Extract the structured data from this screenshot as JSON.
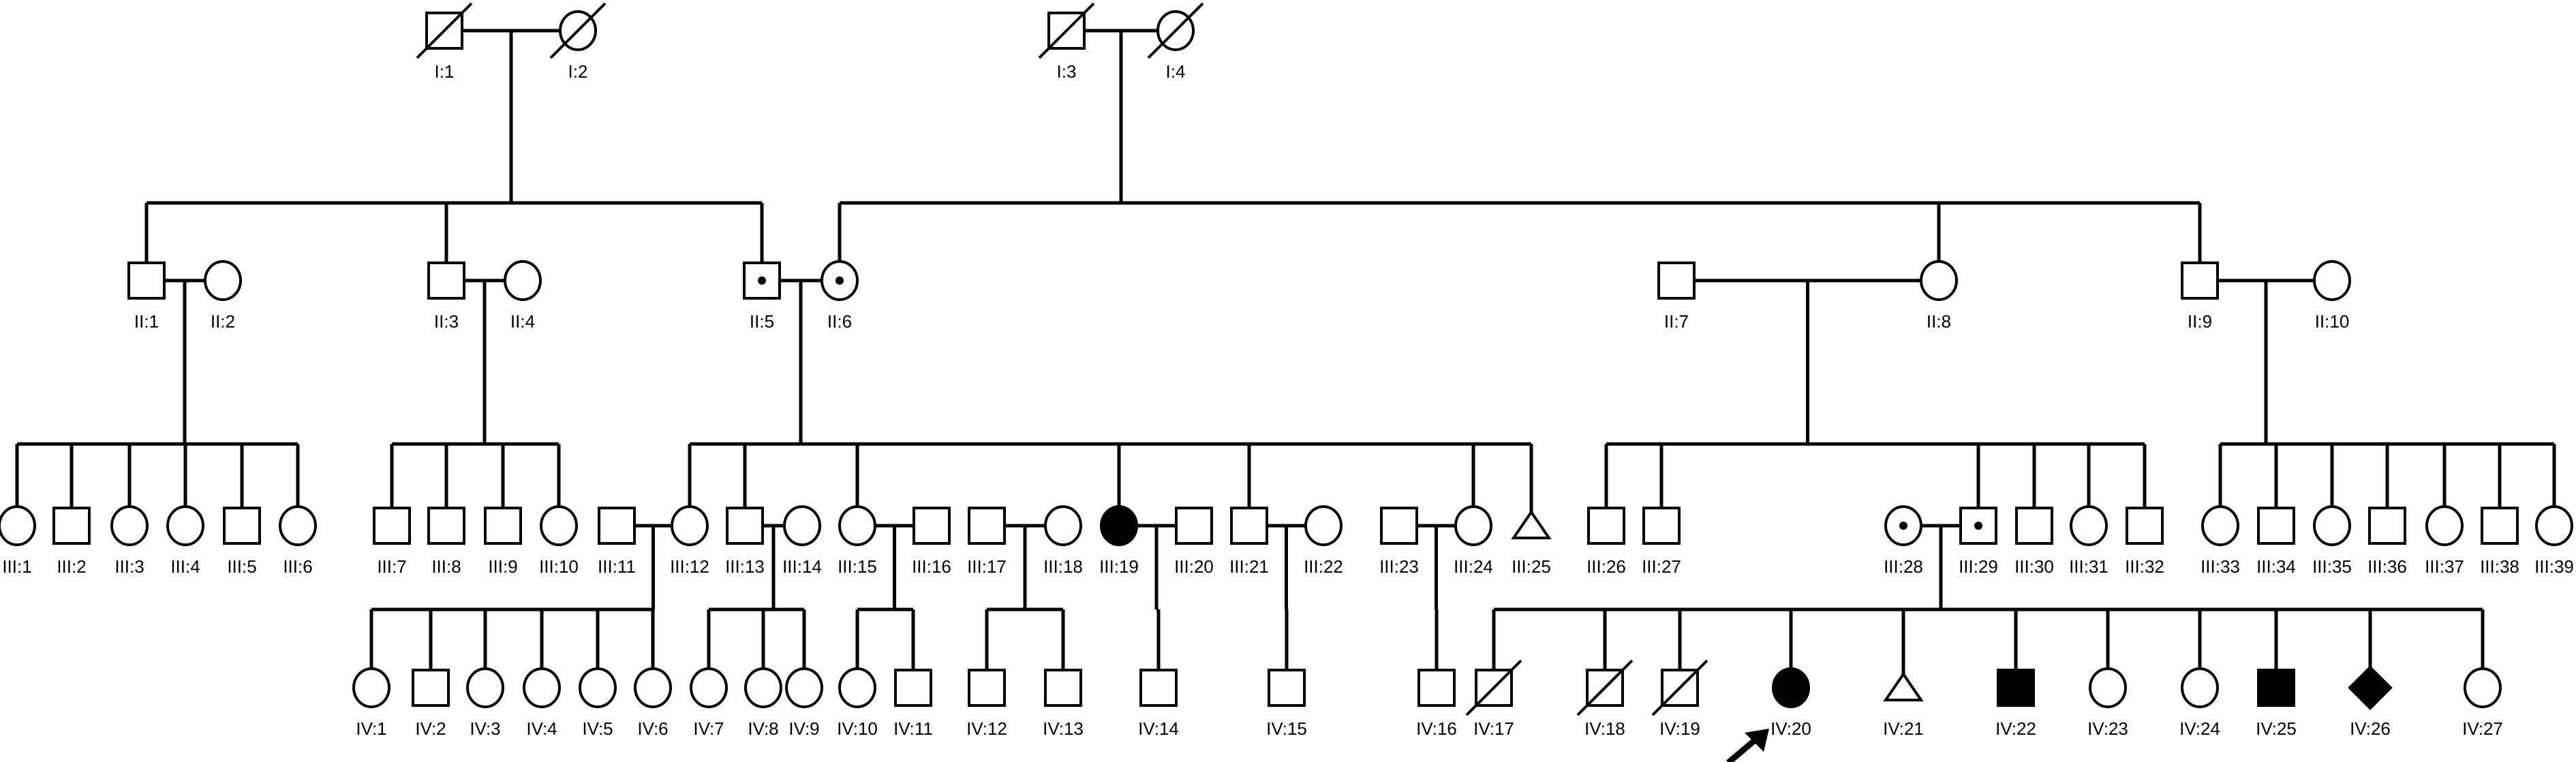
{
  "colors": {
    "stroke": "#000000",
    "affected": "#000000",
    "background": "#ffffff"
  },
  "symbols": {
    "I:1": "male-deceased",
    "I:2": "female-deceased",
    "I:3": "male-deceased",
    "I:4": "female-deceased",
    "II:1": "male",
    "II:2": "female",
    "II:3": "male",
    "II:4": "female",
    "II:5": "male-carrier",
    "II:6": "female-carrier",
    "II:7": "male",
    "II:8": "female",
    "II:9": "male",
    "II:10": "female",
    "III:1": "female",
    "III:2": "male",
    "III:3": "female",
    "III:4": "female",
    "III:5": "male",
    "III:6": "female",
    "III:7": "male",
    "III:8": "male",
    "III:9": "male",
    "III:10": "female",
    "III:11": "male",
    "III:12": "female",
    "III:13": "male",
    "III:14": "female",
    "III:15": "female",
    "III:16": "male",
    "III:17": "male",
    "III:18": "female",
    "III:19": "female-affected",
    "III:20": "male",
    "III:21": "male",
    "III:22": "female",
    "III:23": "male",
    "III:24": "female",
    "III:25": "miscarriage",
    "III:26": "male",
    "III:27": "male",
    "III:28": "female-carrier",
    "III:29": "male-carrier",
    "III:30": "male",
    "III:31": "female",
    "III:32": "male",
    "III:33": "female",
    "III:34": "male",
    "III:35": "female",
    "III:36": "male",
    "III:37": "female",
    "III:38": "male",
    "III:39": "female",
    "IV:1": "female",
    "IV:2": "male",
    "IV:3": "female",
    "IV:4": "female",
    "IV:5": "female",
    "IV:6": "female",
    "IV:7": "female",
    "IV:8": "female",
    "IV:9": "female",
    "IV:10": "female",
    "IV:11": "male",
    "IV:12": "male",
    "IV:13": "male",
    "IV:14": "male",
    "IV:15": "male",
    "IV:16": "male",
    "IV:17": "male-deceased",
    "IV:18": "male-deceased",
    "IV:19": "male-deceased",
    "IV:20": "female-affected",
    "IV:21": "miscarriage",
    "IV:22": "male-affected",
    "IV:23": "female",
    "IV:24": "female",
    "IV:25": "male-affected",
    "IV:26": "unknown-affected",
    "IV:27": "female"
  },
  "proband": "IV:20",
  "labels": {
    "I:1": "I:1",
    "I:2": "I:2",
    "I:3": "I:3",
    "I:4": "I:4",
    "II:1": "II:1",
    "II:2": "II:2",
    "II:3": "II:3",
    "II:4": "II:4",
    "II:5": "II:5",
    "II:6": "II:6",
    "II:7": "II:7",
    "II:8": "II:8",
    "II:9": "II:9",
    "II:10": "II:10",
    "III:1": "III:1",
    "III:2": "III:2",
    "III:3": "III:3",
    "III:4": "III:4",
    "III:5": "III:5",
    "III:6": "III:6",
    "III:7": "III:7",
    "III:8": "III:8",
    "III:9": "III:9",
    "III:10": "III:10",
    "III:11": "III:11",
    "III:12": "III:12",
    "III:13": "III:13",
    "III:14": "III:14",
    "III:15": "III:15",
    "III:16": "III:16",
    "III:17": "III:17",
    "III:18": "III:18",
    "III:19": "III:19",
    "III:20": "III:20",
    "III:21": "III:21",
    "III:22": "III:22",
    "III:23": "III:23",
    "III:24": "III:24",
    "III:25": "III:25",
    "III:26": "III:26",
    "III:27": "III:27",
    "III:28": "III:28",
    "III:29": "III:29",
    "III:30": "III:30",
    "III:31": "III:31",
    "III:32": "III:32",
    "III:33": "III:33",
    "III:34": "III:34",
    "III:35": "III:35",
    "III:36": "III:36",
    "III:37": "III:37",
    "III:38": "III:38",
    "III:39": "III:39",
    "IV:1": "IV:1",
    "IV:2": "IV:2",
    "IV:3": "IV:3",
    "IV:4": "IV:4",
    "IV:5": "IV:5",
    "IV:6": "IV:6",
    "IV:7": "IV:7",
    "IV:8": "IV:8",
    "IV:9": "IV:9",
    "IV:10": "IV:10",
    "IV:11": "IV:11",
    "IV:12": "IV:12",
    "IV:13": "IV:13",
    "IV:14": "IV:14",
    "IV:15": "IV:15",
    "IV:16": "IV:16",
    "IV:17": "IV:17",
    "IV:18": "IV:18",
    "IV:19": "IV:19",
    "IV:20": "IV:20",
    "IV:21": "IV:21",
    "IV:22": "IV:22",
    "IV:23": "IV:23",
    "IV:24": "IV:24",
    "IV:25": "IV:25",
    "IV:26": "IV:26",
    "IV:27": "IV:27"
  }
}
